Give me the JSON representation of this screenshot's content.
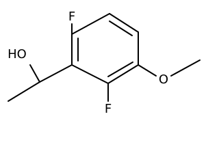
{
  "molecule": {
    "atoms": {
      "fluorine_top": "F",
      "fluorine_bottom": "F",
      "hydroxyl": "HO",
      "methoxy_oxygen": "O"
    }
  }
}
